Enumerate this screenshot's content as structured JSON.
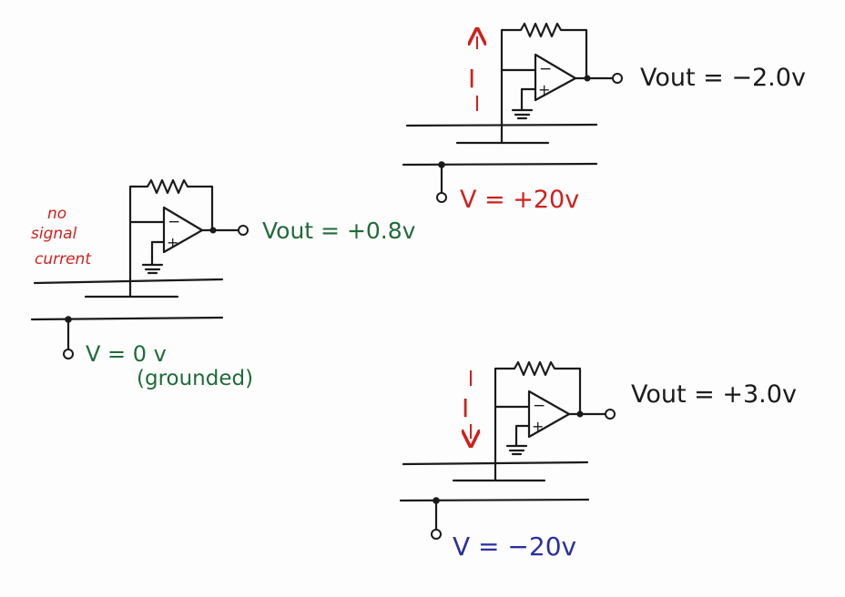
{
  "colors": {
    "ink": "#1a1a1a",
    "green": "#1f6b3a",
    "red": "#d0201c",
    "blue": "#2a2fa0"
  },
  "circuit_left": {
    "note": [
      "no",
      "signal",
      "current"
    ],
    "vout": "Vout = +0.8v",
    "voltage": "V = 0 v",
    "grounded": "(grounded)"
  },
  "circuit_top": {
    "current_label": "I",
    "vout": "Vout = −2.0v",
    "voltage": "V = +20v"
  },
  "circuit_bottom": {
    "current_label": "I",
    "vout": "Vout = +3.0v",
    "voltage": "V = −20v"
  }
}
